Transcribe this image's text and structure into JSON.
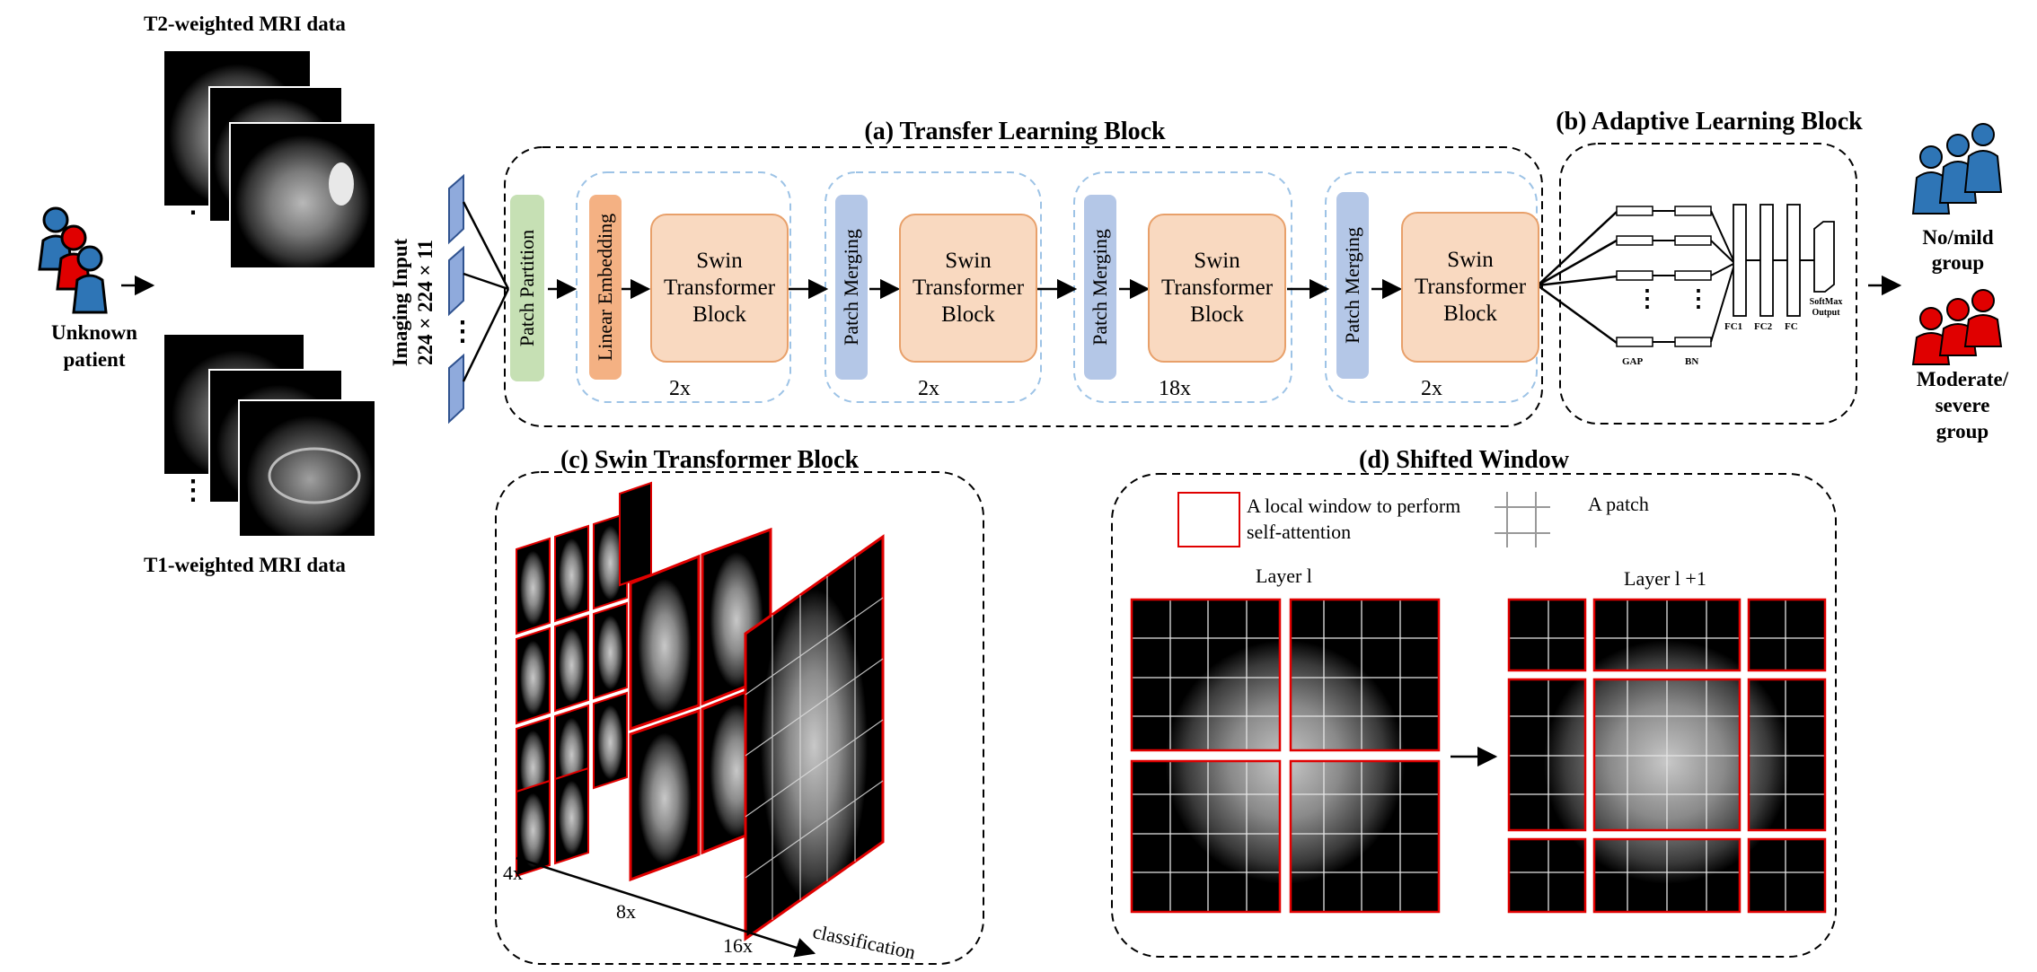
{
  "input": {
    "t2_label": "T2-weighted MRI data",
    "t1_label": "T1-weighted MRI data",
    "patient_label_1": "Unknown",
    "patient_label_2": "patient",
    "imaging_input_1": "Imaging Input",
    "imaging_input_2": "224 × 224 × 11",
    "dots": "⋮"
  },
  "transfer_block": {
    "title": "(a) Transfer Learning Block",
    "patch_partition": "Patch Partition",
    "linear_embedding": "Linear Embedding",
    "patch_merging": "Patch Merging",
    "swin_l1": "Swin",
    "swin_l2": "Transformer",
    "swin_l3": "Block",
    "repeats": [
      "2x",
      "2x",
      "18x",
      "2x"
    ]
  },
  "adaptive_block": {
    "title": "(b) Adaptive Learning Block",
    "gap": "GAP",
    "bn": "BN",
    "fc1": "FC1",
    "fc2": "FC2",
    "fc": "FC",
    "softmax_1": "SoftMax",
    "softmax_2": "Output"
  },
  "outputs": {
    "group1_l1": "No/mild",
    "group1_l2": "group",
    "group2_l1": "Moderate/",
    "group2_l2": "severe",
    "group2_l3": "group",
    "blue": "#2e75b6",
    "red": "#e00000"
  },
  "swin_block": {
    "title": "(c) Swin Transformer Block",
    "scale_4x": "4x",
    "scale_8x": "8x",
    "scale_16x": "16x",
    "classification": "classification"
  },
  "shifted_window": {
    "title": "(d) Shifted Window",
    "legend_window_1": "A local window to perform",
    "legend_window_2": "self-attention",
    "legend_patch": "A patch",
    "layer_l": "Layer l",
    "layer_l1": "Layer l +1"
  },
  "colors": {
    "patch_partition": "#c6e0b4",
    "linear_embedding": "#f4b183",
    "patch_merging": "#b4c7e7",
    "swin_fill": "#f9d9c0",
    "window_red": "#e00000"
  }
}
